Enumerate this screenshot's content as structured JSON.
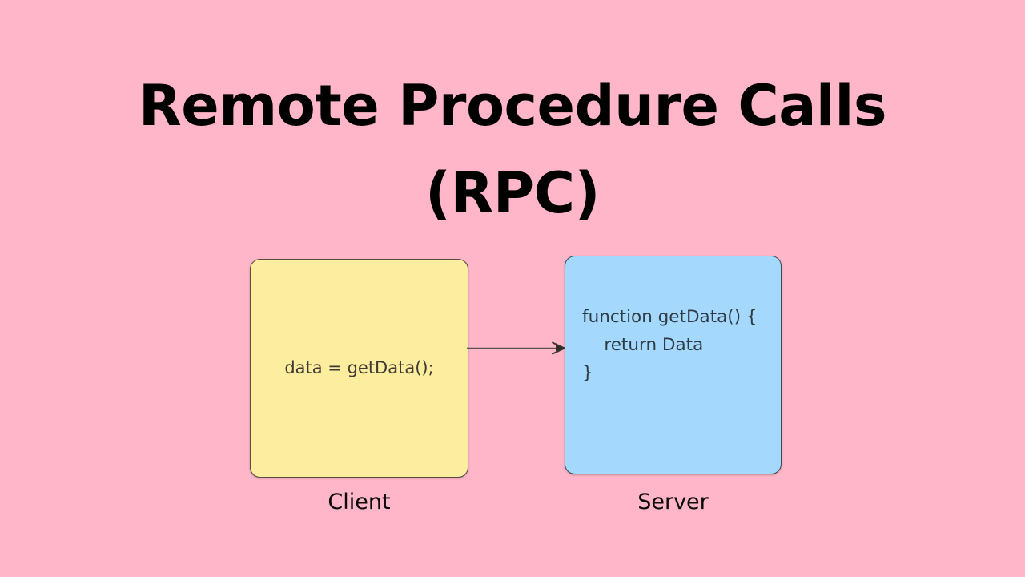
{
  "slide": {
    "background_color": "#FFB6C8",
    "title": "Remote Procedure Calls\n(RPC)",
    "title_color": "#000000"
  },
  "diagram": {
    "type": "rpc-flow",
    "client": {
      "label": "Client",
      "code": "data = getData();",
      "fill_color": "#FCEE9E",
      "border_color": "#5a4f41",
      "text_color": "#3f3a33"
    },
    "server": {
      "label": "Server",
      "code": "function getData() {\n    return Data\n}",
      "fill_color": "#A5D8FD",
      "border_color": "#3c4a55",
      "text_color": "#2d3b45"
    },
    "arrow": {
      "direction": "client-to-server",
      "color": "#5a5550"
    }
  }
}
